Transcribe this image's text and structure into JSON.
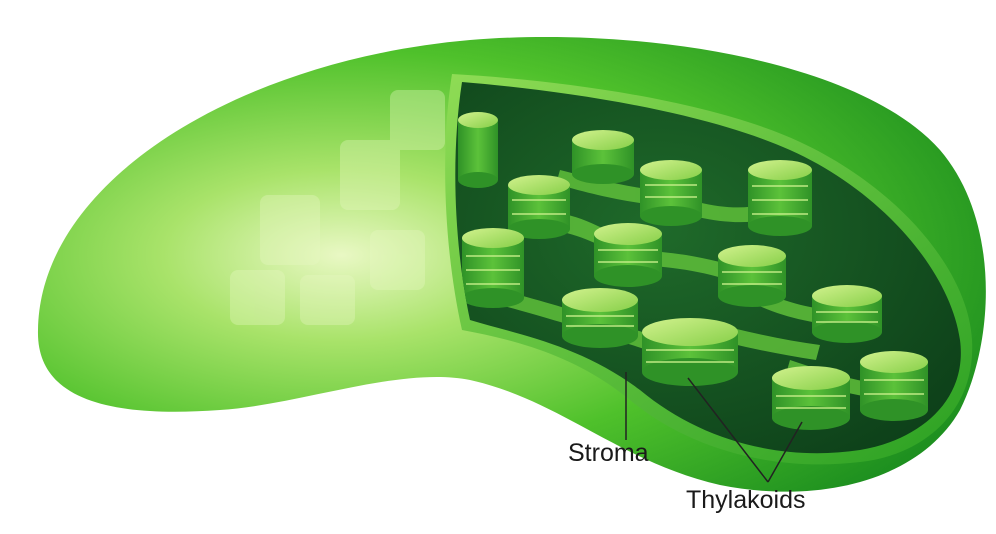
{
  "diagram": {
    "subject": "chloroplast-cutaway",
    "labels": {
      "stroma": "Stroma",
      "thylakoids": "Thylakoids"
    },
    "colors": {
      "outer_light": "#c8ef8a",
      "outer_mid": "#63cc2e",
      "outer_dark": "#1f9a22",
      "cavity": "#0f4a1f",
      "disc_top": "#b6e46e",
      "disc_side": "#3aa92b"
    }
  }
}
